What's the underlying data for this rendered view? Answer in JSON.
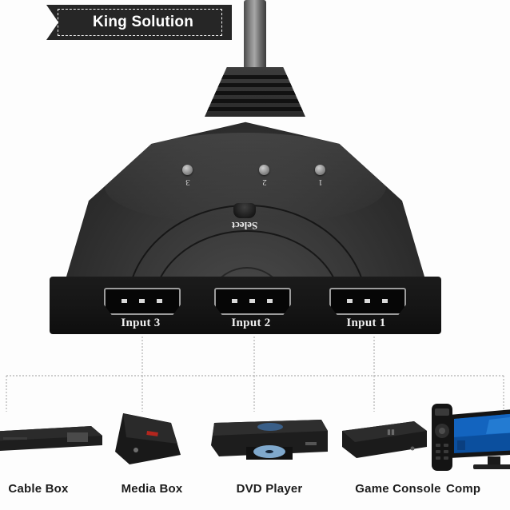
{
  "banner": {
    "text": "King Solution"
  },
  "switch": {
    "leds": [
      {
        "name": "led-3",
        "number": "3"
      },
      {
        "name": "led-2",
        "number": "2"
      },
      {
        "name": "led-1",
        "number": "1"
      }
    ],
    "select_button_label": "Select",
    "ports": [
      {
        "name": "input-3",
        "label": "Input 3"
      },
      {
        "name": "input-2",
        "label": "Input 2"
      },
      {
        "name": "input-1",
        "label": "Input 1"
      }
    ]
  },
  "devices": [
    {
      "name": "cable-box",
      "label": "Cable Box"
    },
    {
      "name": "media-box",
      "label": "Media  Box"
    },
    {
      "name": "dvd-player",
      "label": "DVD Player"
    },
    {
      "name": "game-console",
      "label": "Game Console"
    },
    {
      "name": "computer",
      "label": "Comp"
    }
  ],
  "colors": {
    "banner_background": "#262626",
    "banner_text": "#ffffff",
    "device_body": "#1a1a1a",
    "switch_body": "#2c2c2c",
    "port_outline": "#9c9c9c",
    "wiring_line": "#b9b9b9",
    "monitor_screen": "#0b4f9e",
    "media_accent": "#b3261e",
    "page_background": "#fdfdfd"
  }
}
